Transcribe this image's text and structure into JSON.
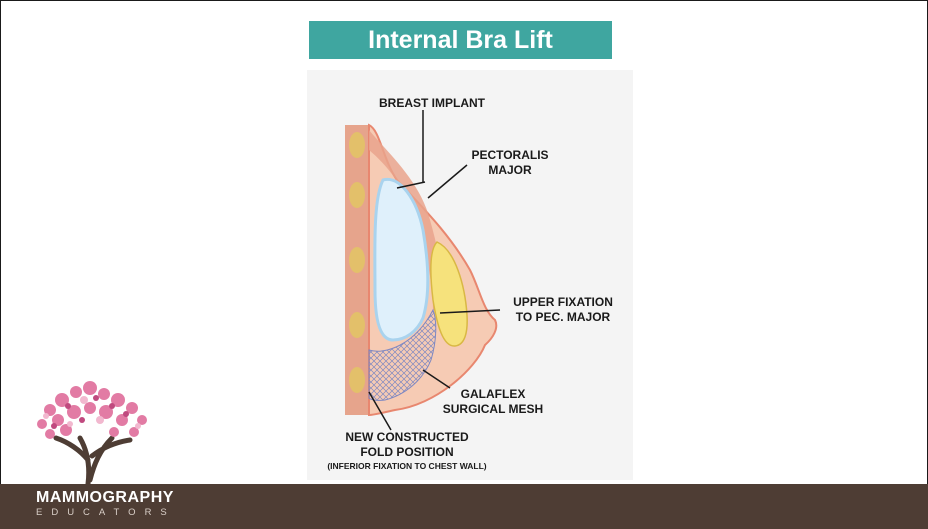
{
  "slide": {
    "title": "Internal Bra Lift"
  },
  "diagram": {
    "labels": {
      "breast_implant": "BREAST IMPLANT",
      "pectoralis_line1": "PECTORALIS",
      "pectoralis_line2": "MAJOR",
      "upper_fixation_line1": "UPPER FIXATION",
      "upper_fixation_line2": "TO PEC. MAJOR",
      "galaflex_line1": "GALAFLEX",
      "galaflex_line2": "SURGICAL MESH",
      "fold_line1": "NEW CONSTRUCTED",
      "fold_line2": "FOLD POSITION",
      "fold_note": "(INFERIOR FIXATION TO CHEST WALL)"
    },
    "colors": {
      "skin": "#f6cbb4",
      "skin_outline": "#e8876f",
      "muscle": "#e9a38c",
      "implant": "#dff0fb",
      "implant_outline": "#a9d3ee",
      "fat": "#f6e27c",
      "fat_outline": "#d9b844",
      "mesh": "#7e88c2",
      "rib": "#e3c06a"
    }
  },
  "brand": {
    "name": "MAMMOGRAPHY",
    "subtitle": "EDUCATORS",
    "colors": {
      "footer": "#4e3d34",
      "title_bar": "#3fa6a0",
      "ribbon": "#e27ba4"
    }
  }
}
